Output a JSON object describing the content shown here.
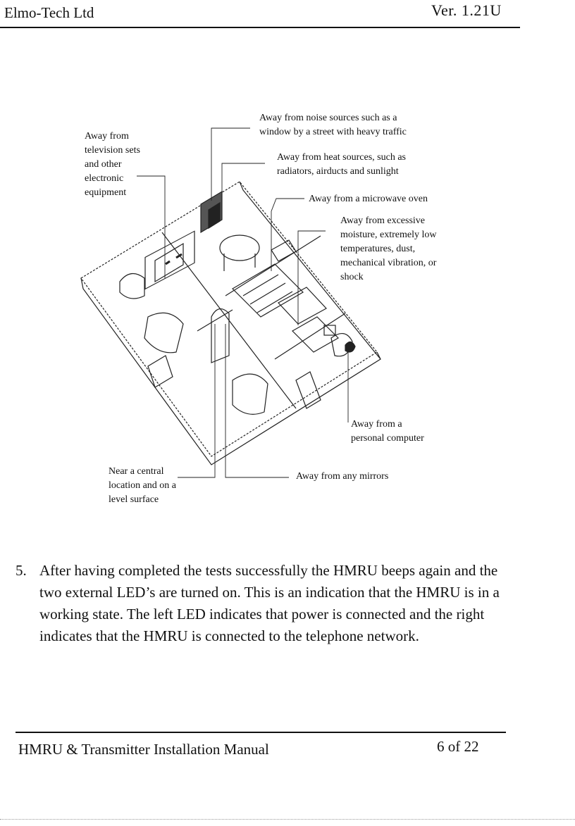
{
  "header": {
    "company": "Elmo-Tech Ltd",
    "version": "Ver. 1.21U"
  },
  "figure": {
    "labels": {
      "tv": [
        "Away from",
        "television sets",
        "and other",
        "electronic",
        "equipment"
      ],
      "noise": [
        "Away from noise sources such as a",
        "window by a street with heavy traffic"
      ],
      "heat": [
        "Away from heat sources, such as",
        "radiators, airducts and sunlight"
      ],
      "microwave": [
        "Away from a microwave oven"
      ],
      "moisture": [
        "Away from excessive",
        "moisture, extremely low",
        "temperatures, dust,",
        "mechanical vibration, or",
        "shock"
      ],
      "computer": [
        "Away from a",
        "personal computer"
      ],
      "central": [
        "Near a central",
        "location and on a",
        "level surface"
      ],
      "mirrors": [
        "Away from any mirrors"
      ]
    }
  },
  "step": {
    "number": "5.",
    "text": "After having completed the tests successfully the HMRU beeps again and the two external LED’s are turned on. This is an indication that the HMRU is in a working state. The left LED indicates that power is connected and the right indicates that the HMRU is connected to the telephone network."
  },
  "footer": {
    "title": "HMRU & Transmitter Installation Manual",
    "page": "6 of 22"
  }
}
